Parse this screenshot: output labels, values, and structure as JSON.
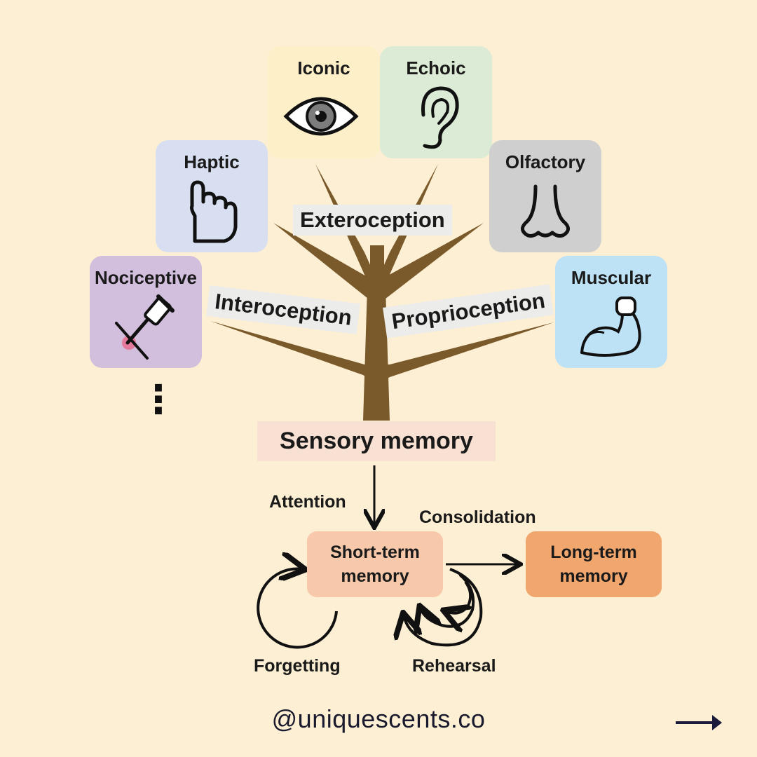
{
  "senses": {
    "iconic": "Iconic",
    "echoic": "Echoic",
    "haptic": "Haptic",
    "olfactory": "Olfactory",
    "nociceptive": "Nociceptive",
    "muscular": "Muscular"
  },
  "branches": {
    "exteroception": "Exteroception",
    "interoception": "Interoception",
    "proprioception": "Proprioception"
  },
  "more_indicator": "⋮",
  "sensory_memory": "Sensory memory",
  "flow": {
    "attention": "Attention",
    "consolidation": "Consolidation",
    "short_term_line1": "Short-term",
    "short_term_line2": "memory",
    "long_term_line1": "Long-term",
    "long_term_line2": "memory",
    "forgetting": "Forgetting",
    "rehearsal": "Rehearsal"
  },
  "footer": {
    "handle": "@uniquescents.co",
    "next_icon": "arrow-right-icon"
  },
  "colors": {
    "background": "#fdefd3",
    "tree": "#7a5a2a",
    "iconic": "#fdf0c8",
    "echoic": "#dcebd6",
    "haptic": "#d7dff1",
    "olfactory": "#cfcfcf",
    "nociceptive": "#d2bedd",
    "muscular": "#bde1f5",
    "short_term": "#f7c9aa",
    "long_term": "#f1a66d"
  }
}
